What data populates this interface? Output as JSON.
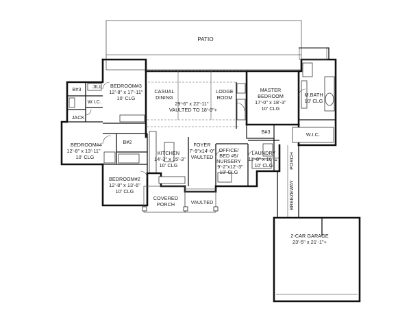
{
  "plan": {
    "rooms": {
      "patio": {
        "name": "PATIO"
      },
      "bedroom3": {
        "name": "BEDROOM#3",
        "dims": "12'-8\" x 17'-11\"",
        "ceiling": "10' CLG"
      },
      "jill": {
        "name": "JILL"
      },
      "bath3_left": {
        "name": "B#3"
      },
      "wic_left": {
        "name": "W.I.C."
      },
      "jack": {
        "name": "JACK"
      },
      "casual_dining": {
        "name1": "CASUAL",
        "name2": "DINING",
        "dims": "29'-6\" x 22'-11\"",
        "ceiling": "VAULTED TO 18'-0\"+"
      },
      "lodge_room": {
        "name1": "LODGE",
        "name2": "ROOM"
      },
      "master_bedroom": {
        "name1": "MASTER",
        "name2": "BEDROOM",
        "dims": "17'-0\" x 18'-3\"",
        "ceiling": "10' CLG"
      },
      "mbath": {
        "name": "M.BATH",
        "ceiling": "10' CLG"
      },
      "wic_master": {
        "name": "W.I.C."
      },
      "bath3_center": {
        "name": "B#3"
      },
      "bedroom4": {
        "name": "BEDROOM#4",
        "dims": "12'-8\" x 13'-11\"",
        "ceiling": "10' CLG"
      },
      "bath2": {
        "name": "B#2"
      },
      "kitchen": {
        "name": "KITCHEN",
        "dims": "14'-3\" x 15'-3\"",
        "ceiling": "10' CLG"
      },
      "foyer": {
        "name": "FOYER",
        "dims": "7'-9\"x14'-0\"",
        "ceiling": "VAULTED"
      },
      "office": {
        "name1": "OFFICE/",
        "name2": "BED #5/",
        "name3": "NURSERY",
        "dims": "9'-2\"x12'-3\"",
        "ceiling": "10' CLG"
      },
      "laundry": {
        "name": "LAUNDRY",
        "dims": "11'-8\" x 10'-1\"",
        "ceiling": "10' CLG"
      },
      "porch_side": {
        "name": "PORCH"
      },
      "bedroom2": {
        "name": "BEDROOM#2",
        "dims": "12'-8\" x 13'-6\"",
        "ceiling": "10' CLG"
      },
      "covered_porch": {
        "name1": "COVERED",
        "name2": "PORCH"
      },
      "vaulted_porch": {
        "name": "VAULTED"
      },
      "breezeway": {
        "name": "BREEZEWAY"
      },
      "garage": {
        "name": "2-CAR GARAGE",
        "dims": "23'-5\" x 21'-1\"+"
      }
    }
  }
}
